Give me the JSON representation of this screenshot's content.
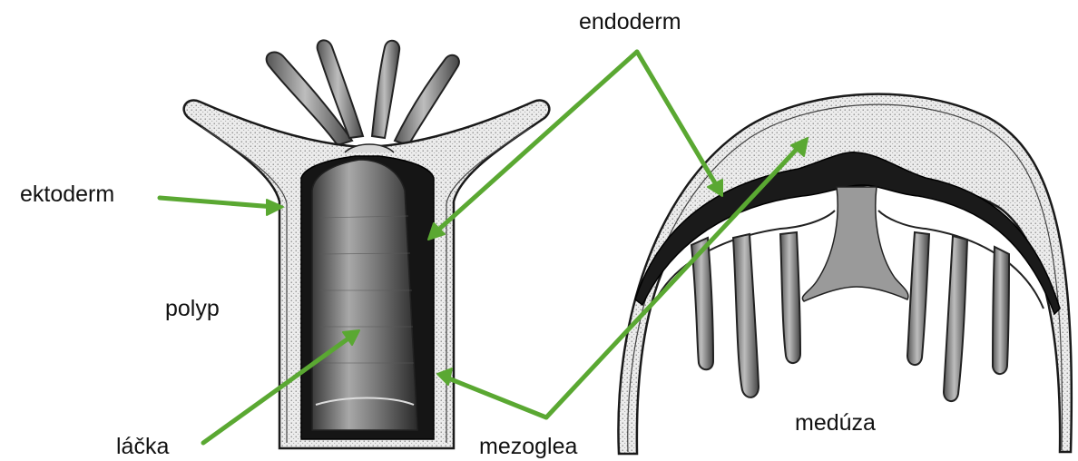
{
  "labels": {
    "endoderm": "endoderm",
    "ektoderm": "ektoderm",
    "polyp": "polyp",
    "lacka": "láčka",
    "mezoglea": "mezoglea",
    "meduza": "medúza"
  },
  "colors": {
    "arrow": "#5aa832",
    "mesoglea_fill": "#e4e4e4",
    "endoderm_fill": "#1c1c1c",
    "cavity_fill": "#8c8c8c",
    "ink": "#111111"
  }
}
